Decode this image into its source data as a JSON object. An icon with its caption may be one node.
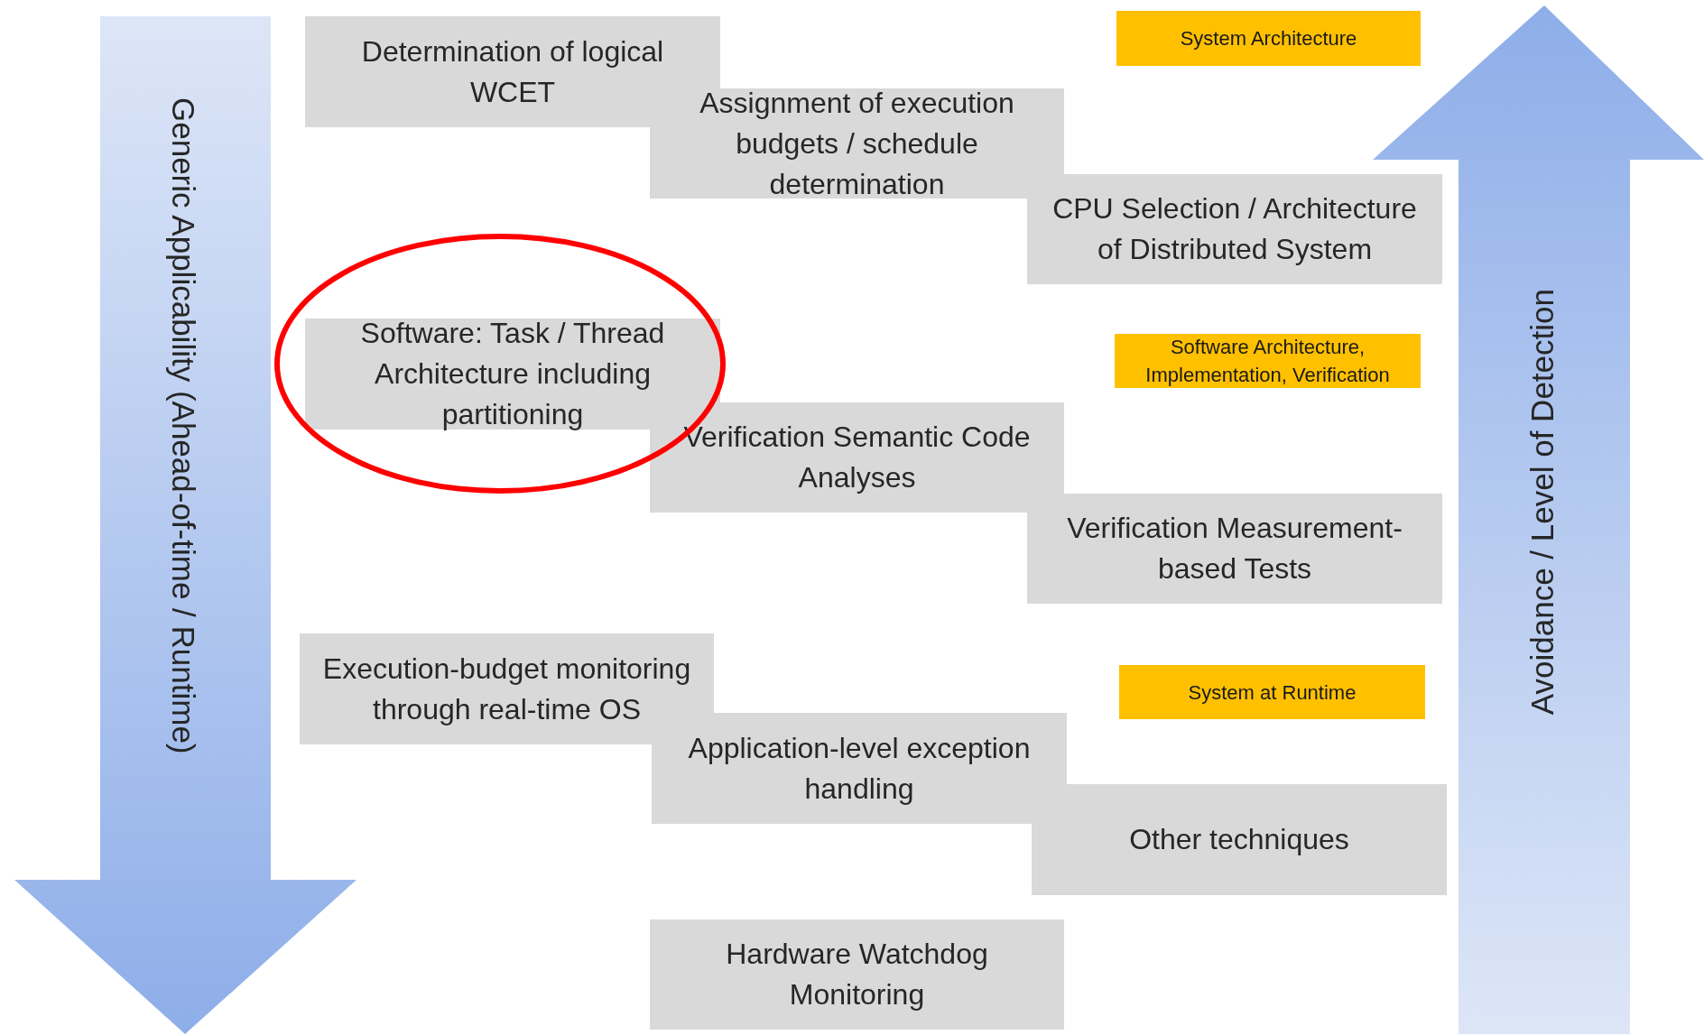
{
  "diagram": {
    "nodes": [
      {
        "text": [
          "Generic Applicability (Ahead-of-time / Runtime)"
        ]
      },
      {
        "text": [
          "Determination of logical WCET"
        ]
      },
      {
        "text": [
          "System Architecture"
        ]
      },
      {
        "text": [
          "Assignment of execution budgets / schedule determination"
        ]
      },
      {
        "text": [
          "CPU Selection / Architecture of Distributed System"
        ]
      },
      {
        "text": [
          "Software: Task / Thread Architecture including partitioning"
        ]
      },
      {
        "text": [
          "Software Architecture, Implementation, Verification"
        ]
      },
      {
        "text": [
          "Verification Semantic Code Analyses"
        ]
      },
      {
        "text": [
          "Verification Measurement-based Tests"
        ]
      },
      {
        "text": [
          "Execution-budget monitoring through real-time OS"
        ]
      },
      {
        "text": [
          "System at Runtime"
        ]
      },
      {
        "text": [
          "Application-level exception handling"
        ]
      },
      {
        "text": [
          "Other techniques"
        ]
      },
      {
        "text": [
          "Hardware Watchdog Monitoring"
        ]
      },
      {
        "text": [
          "Avoidance / Level of Detection"
        ]
      }
    ],
    "edges": []
  }
}
